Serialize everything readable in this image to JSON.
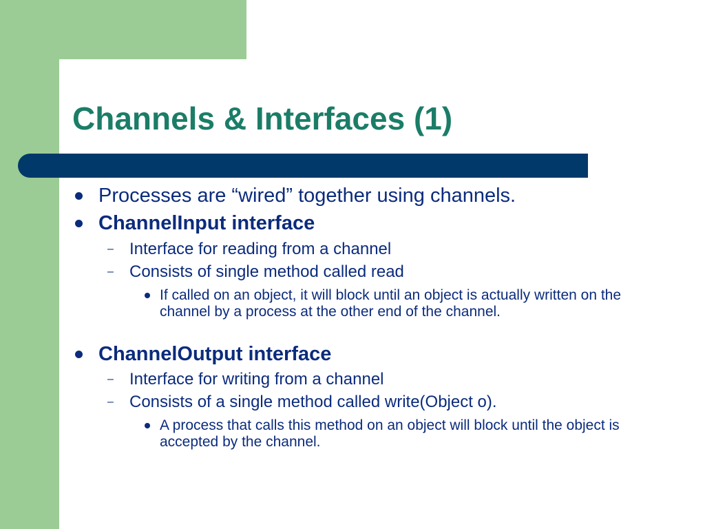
{
  "slide": {
    "title": "Channels & Interfaces (1)",
    "bullets": {
      "b1": "Processes are “wired” together using channels.",
      "b2": "ChannelInput interface",
      "b2_1": "Interface for reading from a channel",
      "b2_2": "Consists of single method called read",
      "b2_2_1": "If called on an object, it will block until an object is actually written on the channel by a process at the other end of the channel.",
      "b3": "ChannelOutput interface",
      "b3_1": "Interface for writing from a channel",
      "b3_2": "Consists of a single method called write(Object o).",
      "b3_2_1": "A process that calls this method on an object will block until the object is accepted by the channel."
    },
    "dash_glyph": "–"
  },
  "colors": {
    "green_background": "#9ccc95",
    "title_text": "#1b7d67",
    "title_bar": "#00396a",
    "body_text": "#0b2b7c"
  }
}
